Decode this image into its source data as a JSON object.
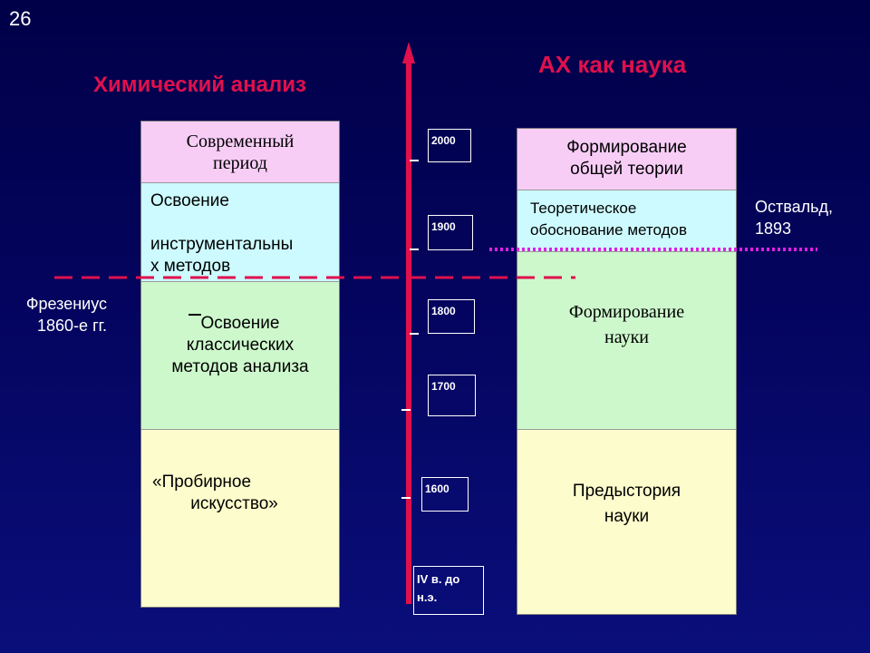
{
  "slide_number": "26",
  "left_title": "Химический анализ",
  "right_title": "АХ как наука",
  "left_column": [
    {
      "text": "Современный\nпериод",
      "color": "#f7cdf6"
    },
    {
      "text": "Освоение\n\nинструментальны\nх методов",
      "color": "#ccfaff"
    },
    {
      "text": "Освоение\nклассических\nметодов анализа",
      "color": "#cdf8cc"
    },
    {
      "text": "«Пробирное\n        искусство»",
      "color": "#fdfccc"
    }
  ],
  "right_column": [
    {
      "text": "Формирование\nобщей теории",
      "color": "#f7cdf6"
    },
    {
      "text": "Теоретическое\nобоснование методов",
      "color": "#ccfaff"
    },
    {
      "text": "Формирование\nнауки",
      "color": "#cdf8cc"
    },
    {
      "text": "Предыстория\nнауки",
      "color": "#fdfccc"
    }
  ],
  "timeline": {
    "years": [
      "2000",
      "1900",
      "1800",
      "1700",
      "1600",
      "IV в. до н.э."
    ],
    "axis_color": "#e0104d"
  },
  "annotations": {
    "fresenius": "Фрезениус\n1860-е гг.",
    "ostwald": "Оствальд,\n1893"
  },
  "colors": {
    "dashed_line": "#e0104d",
    "dotted_line": "#e020e0",
    "title": "#e0104d"
  }
}
